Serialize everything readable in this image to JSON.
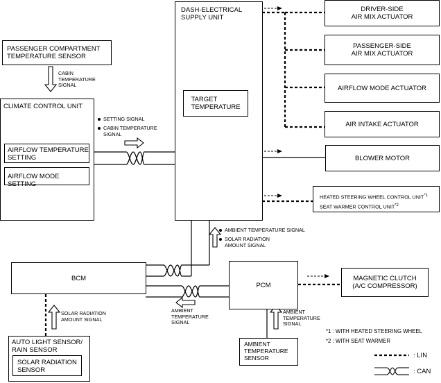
{
  "units": {
    "dash": "DASH-ELECTRICAL\nSUPPLY UNIT",
    "target_temp": "TARGET\nTEMPERATURE",
    "passenger_sensor": "PASSENGER COMPARTMENT\nTEMPERATURE SENSOR",
    "climate": "CLIMATE CONTROL UNIT",
    "airflow_temp": "AIRFLOW TEMPERATURE\nSETTING",
    "airflow_mode_setting": "AIRFLOW MODE SETTING",
    "driver_actuator": "DRIVER-SIDE\nAIR MIX ACTUATOR",
    "passenger_actuator": "PASSENGER-SIDE\nAIR MIX ACTUATOR",
    "airflow_mode_actuator": "AIRFLOW MODE ACTUATOR",
    "air_intake_actuator": "AIR INTAKE ACTUATOR",
    "blower": "BLOWER MOTOR",
    "heated_sw": "HEATED STEERING WHEEL CONTROL UNIT",
    "heated_sw_mark": "*1",
    "seat_warmer": "SEAT WARMER CONTROL UNIT",
    "seat_warmer_mark": "*2",
    "bcm": "BCM",
    "pcm": "PCM",
    "magnetic_clutch": "MAGNETIC CLUTCH\n(A/C COMPRESSOR)",
    "auto_light": "AUTO LIGHT SENSOR/\nRAIN SENSOR",
    "solar_sensor": "SOLAR RADIATION\nSENSOR",
    "ambient_sensor": "AMBIENT\nTEMPERATURE\nSENSOR"
  },
  "signals": {
    "cabin_temp": "CABIN\nTEMPERATURE\nSIGNAL",
    "setting": "SETTING SIGNAL",
    "cabin_temp2": "CABIN TEMPERATURE\nSIGNAL",
    "ambient_top": "AMBIENT TEMPERATURE SIGNAL",
    "solar_top": "SOLAR RADIATION\nAMOUNT SIGNAL",
    "ambient_mid": "AMBIENT\nTEMPERATURE\nSIGNAL",
    "solar_bottom": "SOLAR RADIATION\nAMOUNT SIGNAL",
    "ambient_pcm": "AMBIENT\nTEMPERATURE\nSIGNAL"
  },
  "notes": {
    "note1": "*1 : WITH HEATED STEERING WHEEL",
    "note2": "*2 : WITH SEAT WARMER"
  },
  "legend": {
    "lin": ": LIN",
    "can": ": CAN"
  }
}
